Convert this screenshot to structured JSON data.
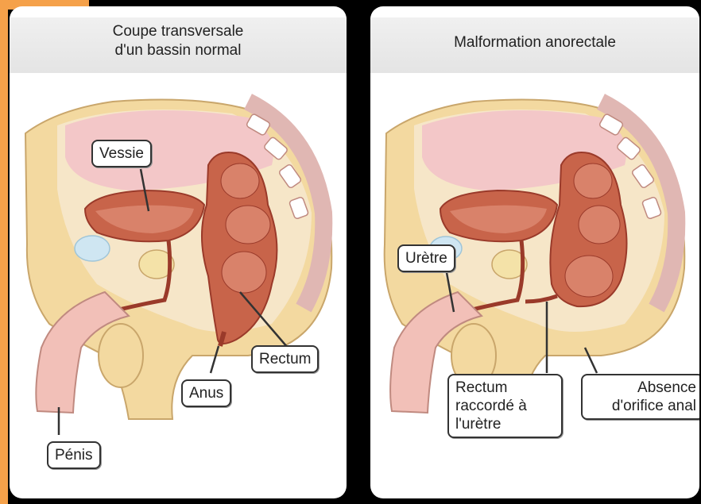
{
  "panels": {
    "left": {
      "title_line1": "Coupe transversale",
      "title_line2": "d'un bassin normal"
    },
    "right": {
      "title": "Malformation anorectale"
    }
  },
  "labels": {
    "vessie": "Vessie",
    "rectum_left": "Rectum",
    "anus": "Anus",
    "penis": "Pénis",
    "uretre": "Urètre",
    "rectum_raccorde_l1": "Rectum",
    "rectum_raccorde_l2": "raccordé à",
    "rectum_raccorde_l3": "l'urètre",
    "absence_l1": "Absence",
    "absence_l2": "d'orifice anal"
  },
  "colors": {
    "frame_accent": "#f5a14a",
    "skin": "#f3d9a0",
    "tissue_pink": "#f2c7c4",
    "organ_red": "#c8644a",
    "organ_dark": "#9a3a2a"
  }
}
